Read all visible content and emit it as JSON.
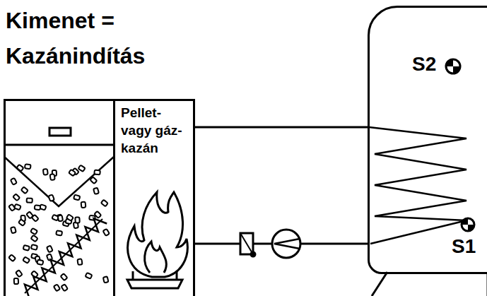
{
  "diagram": {
    "title": "Kimenet = Kazánindítás",
    "nodes": [
      {
        "text": [
          "Pellet- vagy gáz- kazán"
        ]
      },
      {
        "text": [
          "S2",
          "S1"
        ]
      }
    ],
    "edges": [
      {
        "from": 0,
        "to": 1,
        "arrow": "none"
      },
      {
        "from": 0,
        "to": 1,
        "arrow": "none"
      }
    ]
  }
}
